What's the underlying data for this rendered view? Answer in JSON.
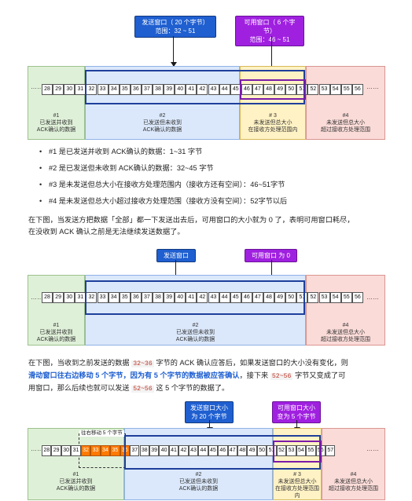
{
  "fig1": {
    "send_window_label": "发送窗口（ 20 个字节）\n范围：32 ~ 51",
    "avail_window_label": "可用窗口（ 6 个字节）\n范围：46 ~ 51",
    "cells_start": 28,
    "cells_end": 56,
    "regions": [
      {
        "label": "#1\n已发送并收到\nACK确认的数据"
      },
      {
        "label": "#2\n已发送但未收到\nACK确认的数据"
      },
      {
        "label": "# 3\n未发送但总大小\n在接收方处理范围内"
      },
      {
        "label": "#4\n未发送但总大小\n超过接收方处理范围"
      }
    ]
  },
  "bullets": [
    "#1 是已发送并收到 ACK确认的数据：1~31 字节",
    "#2 是已发送但未收到 ACK确认的数据：32~45 字节",
    "#3 是未发送但总大小在接收方处理范围内（接收方还有空间）：46~51字节",
    "#4 是未发送但总大小超过接收方处理范围（接收方没有空间）：52字节以后"
  ],
  "para1": {
    "line1": "在下图，当发送方把数据「全部」都一下发送出去后，可用窗口的大小就为 0 了，表明可用窗口耗尽，",
    "line2": "在没收到 ACK 确认之前是无法继续发送数据了。"
  },
  "fig2": {
    "send_window_label": "发送窗口",
    "avail_window_label": "可用窗口 为 0",
    "regions": [
      {
        "label": "#1\n已发送并收到\nACK确认的数据"
      },
      {
        "label": "#2\n已发送但未收到\nACK确认的数据"
      },
      {
        "label": "#4\n未发送但总大小\n超过接收方处理范围"
      }
    ]
  },
  "para2": {
    "a1": "在下图，当收到之前发送的数据",
    "code1": "32~36",
    "a2": "字节的 ACK 确认应答后，如果发送窗口的大小没有变化，则",
    "b1": "滑动窗口往右边移动 5 个字节，因为有 5 个字节的数据被应答确认",
    "a3": "，接下来",
    "code2": "52~56",
    "a4": "字节又变成了可",
    "a5": "用窗口，那么后续也就可以发送",
    "code3": "52~56",
    "a6": "这 5 个字节的数据了。"
  },
  "fig3": {
    "send_window_label": "发送窗口大小\n为 20 个字节",
    "avail_window_label": "可用窗口大小\n变为 5 个字节",
    "move_label": "往右移动 5 个字节",
    "cells_start": 28,
    "cells_end": 57,
    "regions": [
      {
        "label": "#1\n已发送并收到\nACK确认的数据"
      },
      {
        "label": "#2\n已发送但未收到\nACK确认的数据"
      },
      {
        "label": "# 3\n未发送但总大小\n在接收方处理范围内"
      },
      {
        "label": "#4\n未发送但总大小\n超过接收方处理范围"
      }
    ]
  },
  "colors": {
    "sent_acked": "#dff0d8",
    "sent_unacked": "#dbe8fb",
    "usable": "#fff2c4",
    "not_usable": "#fadbd8",
    "send_window": "#1f5fd0",
    "avail_window": "#a020e0",
    "acked_bytes": "#ff7a00"
  }
}
